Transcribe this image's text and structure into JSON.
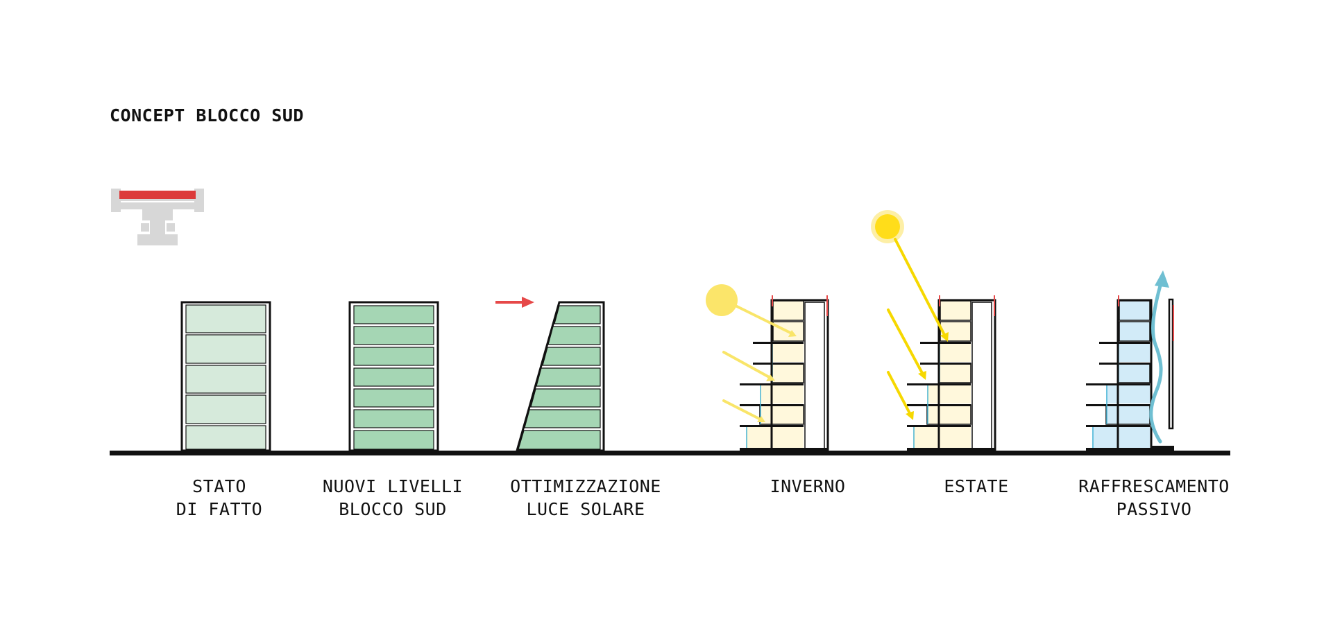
{
  "title": "CONCEPT BLOCCO SUD",
  "colors": {
    "outline": "#111111",
    "existing_fill": "#d6eadb",
    "new_fill": "#a5d6b4",
    "warm_fill": "#fff8dc",
    "cool_fill": "#d2ebf8",
    "sun": "#fbe56a",
    "sun_strong": "#ffdd1a",
    "ray_light": "#f9e569",
    "ray_strong": "#f6d800",
    "accent_red": "#e64848",
    "air_blue": "#6fbfd2",
    "plan_grey": "#d7d7d7",
    "plan_red": "#dc3a3a"
  },
  "icons": {
    "plan": "site-plan-icon",
    "sun": "sun-icon",
    "arrow": "red-arrow-icon",
    "airflow": "airflow-arrow-icon"
  },
  "captions": [
    {
      "line1": "STATO",
      "line2": "DI FATTO"
    },
    {
      "line1": "NUOVI LIVELLI",
      "line2": "BLOCCO SUD"
    },
    {
      "line1": "OTTIMIZZAZIONE",
      "line2": "LUCE SOLARE"
    },
    {
      "line1": "INVERNO",
      "line2": ""
    },
    {
      "line1": "ESTATE",
      "line2": ""
    },
    {
      "line1": "RAFFRESCAMENTO",
      "line2": "PASSIVO"
    }
  ]
}
